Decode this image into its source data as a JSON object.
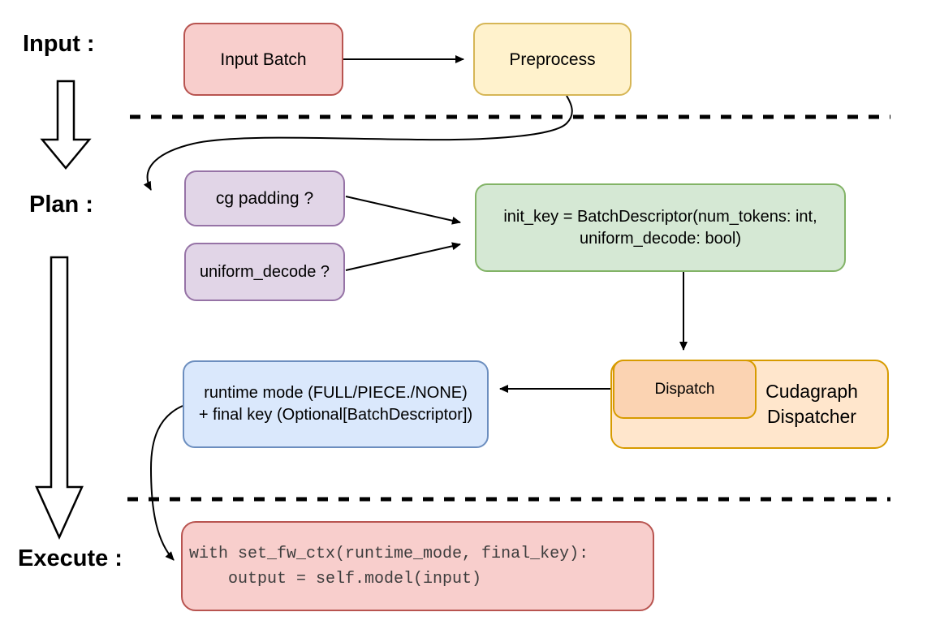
{
  "stage_labels": {
    "input": "Input :",
    "plan": "Plan :",
    "execute": "Execute :"
  },
  "nodes": {
    "input_batch": {
      "label": "Input Batch"
    },
    "preprocess": {
      "label": "Preprocess"
    },
    "cg_padding": {
      "label": "cg padding ?"
    },
    "uniform_decode": {
      "label": "uniform_decode ?"
    },
    "init_key": {
      "line1": "init_key = BatchDescriptor(num_tokens: int,",
      "line2": "uniform_decode: bool)"
    },
    "dispatch": {
      "label": "Dispatch"
    },
    "cudagraph_dispatcher": {
      "line1": "Cudagraph",
      "line2": "Dispatcher"
    },
    "runtime_result": {
      "line1": "runtime mode (FULL/PIECE./NONE)",
      "line2": "+ final key (Optional[BatchDescriptor])"
    },
    "execute_code": {
      "line1": "with set_fw_ctx(runtime_mode, final_key):",
      "line2": "    output = self.model(input)"
    }
  },
  "colors": {
    "red_fill": "#f8cecc",
    "red_stroke": "#b85450",
    "yellow_fill": "#fff2cc",
    "yellow_stroke": "#d6b656",
    "purple_fill": "#e1d5e7",
    "purple_stroke": "#9673a6",
    "green_fill": "#d5e8d4",
    "green_stroke": "#82b366",
    "blue_fill": "#dae8fc",
    "blue_stroke": "#6c8ebf",
    "orange_outer_fill": "#ffe6cc",
    "orange_inner_fill": "#fbd3b2",
    "orange_stroke": "#d79b00",
    "line_color": "#000000"
  }
}
